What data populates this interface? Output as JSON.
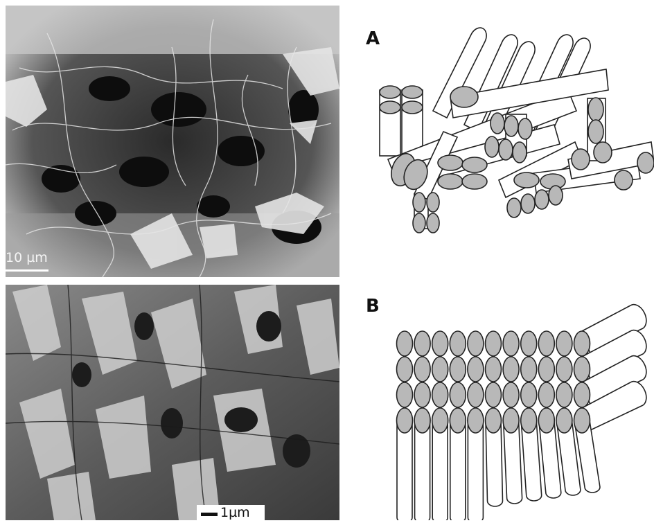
{
  "figure": {
    "micrograph_top": {
      "scale_label": "10 µm"
    },
    "micrograph_bottom": {
      "scale_label": "1µm"
    },
    "panel_a": {
      "letter": "A",
      "description_icon": "random-fiber-network-icon"
    },
    "panel_b": {
      "letter": "B",
      "description_icon": "aligned-fiber-array-icon"
    }
  },
  "colors": {
    "fiber_fill": "#ffffff",
    "fiber_end": "#b8b8b8",
    "stroke": "#222222",
    "micro_dark": "#1a1a1a",
    "micro_light": "#d8d8d8"
  }
}
